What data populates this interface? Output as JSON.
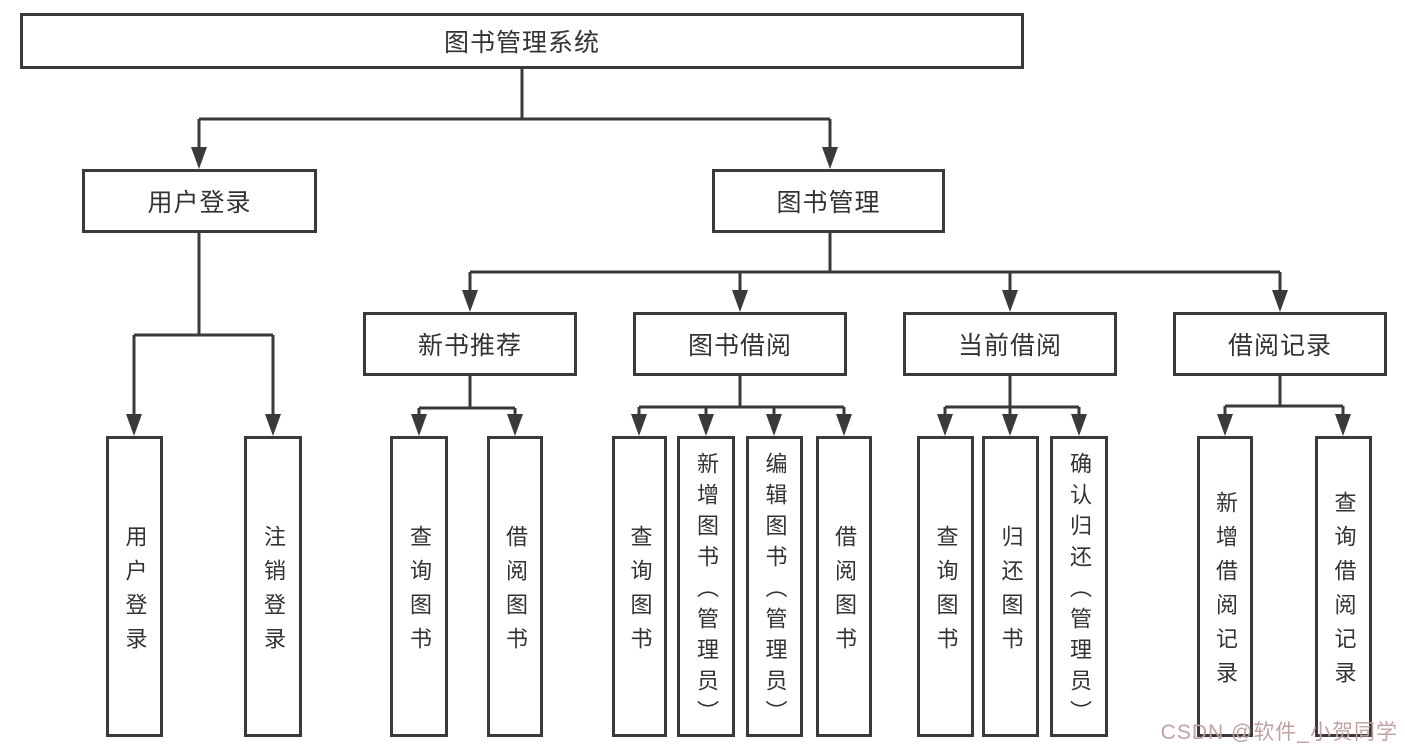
{
  "tree": {
    "root": {
      "label": "图书管理系统"
    },
    "branches": [
      {
        "label": "用户登录",
        "children": [
          {
            "label": "用户登录"
          },
          {
            "label": "注销登录"
          }
        ]
      },
      {
        "label": "图书管理",
        "children": [
          {
            "label": "新书推荐",
            "children": [
              {
                "label": "查询图书"
              },
              {
                "label": "借阅图书"
              }
            ]
          },
          {
            "label": "图书借阅",
            "children": [
              {
                "label": "查询图书"
              },
              {
                "label": "新增图书（管理员）"
              },
              {
                "label": "编辑图书（管理员）"
              },
              {
                "label": "借阅图书"
              }
            ]
          },
          {
            "label": "当前借阅",
            "children": [
              {
                "label": "查询图书"
              },
              {
                "label": "归还图书"
              },
              {
                "label": "确认归还（管理员）"
              }
            ]
          },
          {
            "label": "借阅记录",
            "children": [
              {
                "label": "新增借阅记录"
              },
              {
                "label": "查询借阅记录"
              }
            ]
          }
        ]
      }
    ]
  },
  "watermark": {
    "text": "CSDN @软件_小贺同学"
  },
  "colors": {
    "line": "#3a3a3a",
    "text": "#333333",
    "watermark": "#c1a2a2",
    "background": "#ffffff"
  }
}
